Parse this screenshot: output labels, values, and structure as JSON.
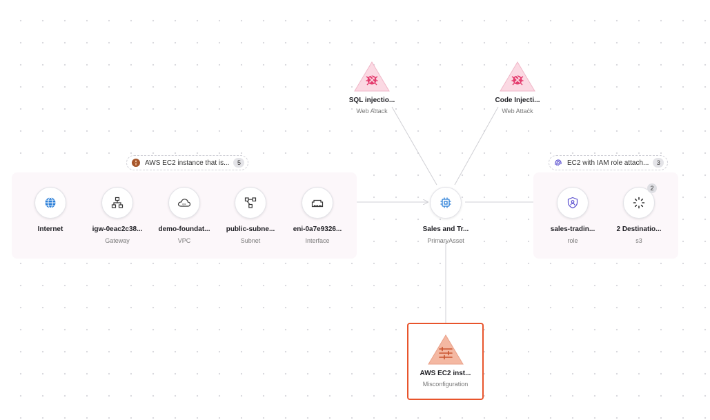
{
  "colors": {
    "edge": "#cfcfd4",
    "attack_fill": "#fbd9e3",
    "attack_icon": "#e43c6e",
    "misconfig_fill": "#f4b8a2",
    "misconfig_icon": "#c9532e",
    "highlight_border": "#e8542c"
  },
  "groups": {
    "left": {
      "label": "AWS EC2 instance that is...",
      "count": "5",
      "icon": "compass-icon"
    },
    "right": {
      "label": "EC2 with IAM role attach...",
      "count": "3",
      "icon": "fingerprint-icon"
    }
  },
  "nodes": {
    "internet": {
      "title": "Internet",
      "sub": "",
      "icon": "globe-icon"
    },
    "igw": {
      "title": "igw-0eac2c38...",
      "sub": "Gateway",
      "icon": "network-icon"
    },
    "vpc": {
      "title": "demo-foundat...",
      "sub": "VPC",
      "icon": "cloud-vpc-icon"
    },
    "subnet": {
      "title": "public-subne...",
      "sub": "Subnet",
      "icon": "subnet-icon"
    },
    "eni": {
      "title": "eni-0a7e9326...",
      "sub": "Interface",
      "icon": "ethernet-icon"
    },
    "primary": {
      "title": "Sales and Tr...",
      "sub": "PrimaryAsset",
      "icon": "chip-icon"
    },
    "role": {
      "title": "sales-tradin...",
      "sub": "role",
      "icon": "shield-user-icon"
    },
    "s3": {
      "title": "2 Destinatio...",
      "sub": "s3",
      "badge": "2",
      "icon": "loading-icon"
    }
  },
  "attacks": {
    "sql": {
      "title": "SQL injectio...",
      "sub": "Web Attack",
      "icon": "bug-icon"
    },
    "code": {
      "title": "Code Injecti...",
      "sub": "Web Attack",
      "icon": "bug-icon"
    }
  },
  "misconfig": {
    "title": "AWS EC2 inst...",
    "sub": "Misconfiguration",
    "icon": "sliders-icon"
  }
}
